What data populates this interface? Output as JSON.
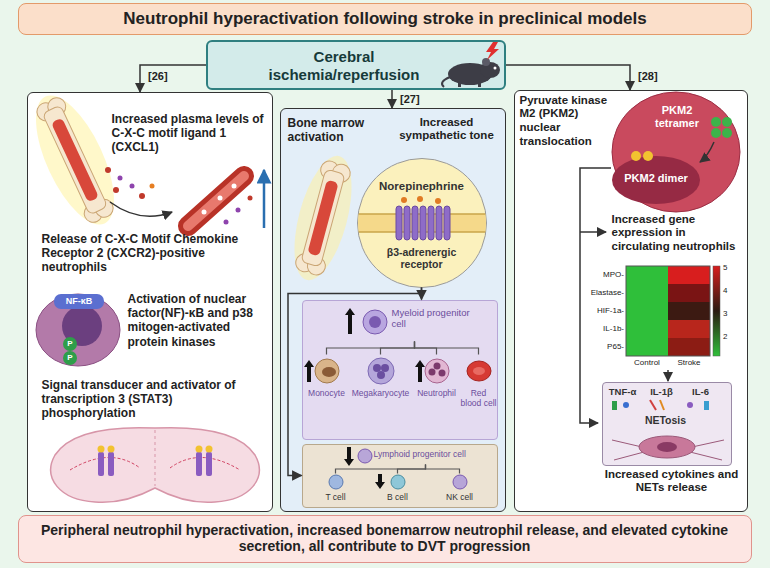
{
  "diagram": {
    "title": "Neutrophil hyperactivation following stroke in preclinical models",
    "nodes": [
      {
        "text": [
          "Cerebral ischemia/reperfusion"
        ]
      },
      {
        "text": [
          "Increased plasma levels of C-X-C motif ligand 1 (CXCL1)",
          "Release of C-X-C Motif Chemokine Receptor 2 (CXCR2)-positive neutrophils",
          "Activation of nuclear factor(NF)-κB and p38 mitogen-activated protein kinases",
          "Signal transducer and activator of transcription 3 (STAT3) phosphorylation"
        ]
      },
      {
        "text": [
          "Bone marrow activation",
          "Increased sympathetic tone"
        ]
      },
      {
        "text": [
          "Norepinephrine",
          "β3-adrenergic receptor"
        ],
        "in": 2
      },
      {
        "text": [],
        "in": 2
      },
      {
        "text": [
          "Myeloid progenitor cell"
        ],
        "in": 4
      },
      {
        "text": [
          "Monocyte"
        ],
        "in": 4
      },
      {
        "text": [
          "Megakaryocyte"
        ],
        "in": 4
      },
      {
        "text": [
          "Neutrophil"
        ],
        "in": 4
      },
      {
        "text": [
          "Red blood cell"
        ],
        "in": 4
      },
      {
        "text": [],
        "in": 2
      },
      {
        "text": [
          "Lymphoid progenitor cell"
        ],
        "in": 10
      },
      {
        "text": [
          "T cell"
        ],
        "in": 10
      },
      {
        "text": [
          "B cell"
        ],
        "in": 10
      },
      {
        "text": [
          "NK cell"
        ],
        "in": 10
      },
      {
        "text": [
          "Pyruvate kinase M2 (PKM2) nuclear translocation",
          "Increased gene expression in circulating neutrophils",
          "Increased cytokines and NETs release"
        ]
      },
      {
        "text": [
          "TNF-α",
          "IL-1β",
          "IL-6",
          "NETosis"
        ],
        "in": 15
      },
      {
        "text": [
          "Peripheral neutrophil hyperactivation, increased bonemarrow neutrophil release, and elevated cytokine secretion, all contribute to DVT progression"
        ]
      }
    ],
    "edges": [
      {
        "from": 0,
        "to": 1,
        "arrow": "to",
        "label": "[26]"
      },
      {
        "from": 0,
        "to": 2,
        "arrow": "to",
        "label": "[27]"
      },
      {
        "from": 0,
        "to": 15,
        "arrow": "to",
        "label": "[28]"
      },
      {
        "from": 3,
        "to": 4,
        "arrow": "to"
      },
      {
        "from": 3,
        "to": 10,
        "arrow": "to"
      },
      {
        "from": 5,
        "to": 6,
        "arrow": "none"
      },
      {
        "from": 5,
        "to": 7,
        "arrow": "none"
      },
      {
        "from": 5,
        "to": 8,
        "arrow": "none"
      },
      {
        "from": 5,
        "to": 9,
        "arrow": "none"
      },
      {
        "from": 11,
        "to": 12,
        "arrow": "none"
      },
      {
        "from": 11,
        "to": 13,
        "arrow": "none"
      },
      {
        "from": 11,
        "to": 14,
        "arrow": "none"
      }
    ],
    "labels": [
      "NF-κB",
      "P",
      "P",
      "PKM2 tetramer",
      "PKM2 dimer",
      "MPO-",
      "Elastase-",
      "HIF-1a-",
      "IL-1b-",
      "P65-",
      "Control",
      "Stroke",
      "5",
      "4",
      "3",
      "2"
    ]
  }
}
